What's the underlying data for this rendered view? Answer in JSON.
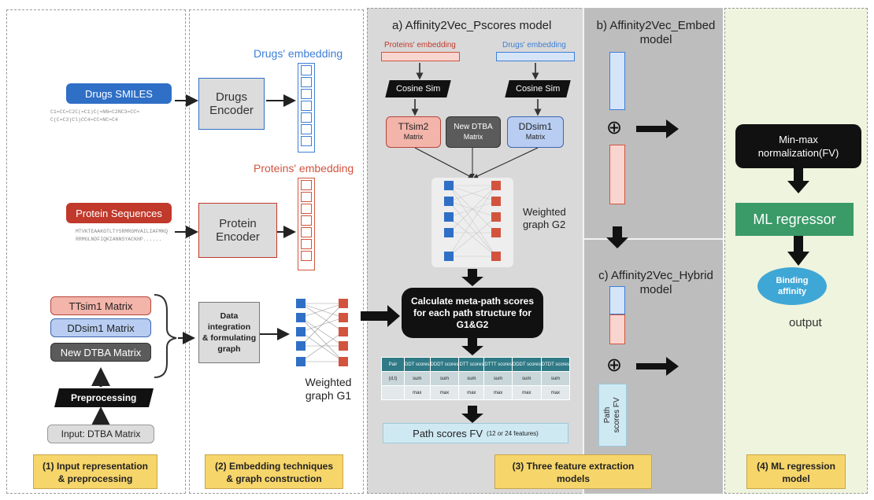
{
  "panel1": {
    "drugs_smiles": "Drugs SMILES",
    "smiles_line1": "C1=CC=C2C(=C1)C(=NN=C2NC3=CC=",
    "smiles_line2": "C(C=C3)Cl)CC4=CC=NC=C4",
    "protein_sequences": "Protein Sequences",
    "protein_line1": "MTVKTEAAKGTLTYSRMRGMVAILIAFMKQ",
    "protein_line2": "RRMGLNDFIQKIANNSYACKHP......",
    "ttsim1": "TTsim1 Matrix",
    "ddsim1": "DDsim1 Matrix",
    "new_dtba": "New DTBA Matrix",
    "preprocessing": "Preprocessing",
    "input": "Input: DTBA Matrix",
    "label": [
      "(1) Input representation",
      "& preprocessing"
    ]
  },
  "panel2": {
    "drugs_encoder": [
      "Drugs",
      "Encoder"
    ],
    "protein_encoder": [
      "Protein",
      "Encoder"
    ],
    "drugs_embedding": "Drugs' embedding",
    "proteins_embedding": "Proteins' embedding",
    "data_integration": [
      "Data integration",
      "& formulating",
      "graph"
    ],
    "weighted_g1": [
      "Weighted",
      "graph G1"
    ],
    "label": [
      "(2) Embedding techniques",
      "& graph construction"
    ]
  },
  "panel3": {
    "title": "a) Affinity2Vec_Pscores model",
    "proteins_embedding": "Proteins' embedding",
    "drugs_embedding": "Drugs' embedding",
    "cosine_sim": "Cosine Sim",
    "ttsim2": [
      "TTsim2",
      "Matrix"
    ],
    "new_dtba": [
      "New DTBA",
      "Matrix"
    ],
    "ddsim1": [
      "DDsim1",
      "Matrix"
    ],
    "weighted_g2": [
      "Weighted",
      "graph G2"
    ],
    "calculate": [
      "Calculate meta-path scores",
      "for each path structure for",
      "G1&G2"
    ],
    "table_header": [
      "Pair",
      "DDT scores",
      "DDDT scores",
      "DTT scores",
      "DTTT scores",
      "DDDT scores",
      "DTDT scores"
    ],
    "table_row1": [
      "(d,t)",
      "sum",
      "sum",
      "sum",
      "sum",
      "sum",
      "sum"
    ],
    "table_row2": [
      "",
      "max",
      "max",
      "max",
      "max",
      "max",
      "max"
    ],
    "path_fv": "Path scores FV",
    "path_fv_note": "(12 or 24 features)",
    "label": [
      "(3) Three feature extraction",
      "models"
    ]
  },
  "panel_b": {
    "title": [
      "b) Affinity2Vec_Embed",
      "model"
    ],
    "oplus": "⊕"
  },
  "panel_c": {
    "title": [
      "c) Affinity2Vec_Hybrid",
      "model"
    ],
    "oplus": "⊕",
    "path_scores": [
      "Path",
      "scores FV"
    ]
  },
  "panel4": {
    "minmax": [
      "Min-max",
      "normalization(FV)"
    ],
    "ml_regressor": "ML regressor",
    "binding": [
      "Binding",
      "affinity"
    ],
    "output": "output",
    "label": [
      "(4) ML regression",
      "model"
    ]
  },
  "colors": {
    "blue": "#2f6fc6",
    "red": "#c0392b",
    "green": "#3a9a68",
    "cyan": "#3fa7d6",
    "yellow": "#f6d56a",
    "black": "#111111",
    "gray_panel": "#bdbdbd",
    "green_panel": "#eef4de"
  }
}
